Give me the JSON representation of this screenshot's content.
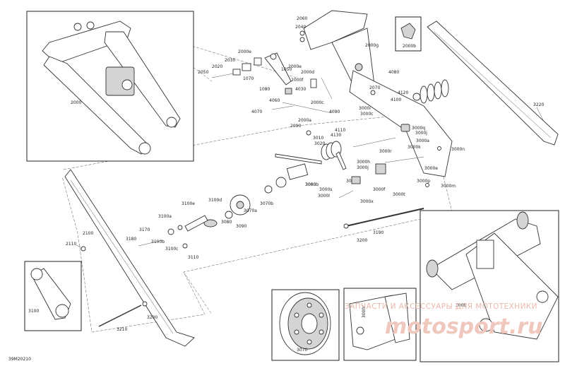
{
  "diagram": {
    "drawing_ref": "39M20210",
    "watermark": {
      "text": "ЗАПЧАСТИ И АКСЕССУАРЫ ДЛЯ МОТОТЕХНИКИ",
      "logo_text": "motosport.ru",
      "color": "#e8b9ad"
    },
    "callouts": [
      {
        "id": "c2000",
        "label": "2000"
      },
      {
        "id": "c2060",
        "label": "2060"
      },
      {
        "id": "c2040",
        "label": "2040"
      },
      {
        "id": "c2000b",
        "label": "2000b"
      },
      {
        "id": "c2000g",
        "label": "2000g"
      },
      {
        "id": "c2000e_a",
        "label": "2000e"
      },
      {
        "id": "c2030",
        "label": "2030"
      },
      {
        "id": "c2020",
        "label": "2020"
      },
      {
        "id": "c2050",
        "label": "2050"
      },
      {
        "id": "c1050",
        "label": "1050"
      },
      {
        "id": "c1070",
        "label": "1070"
      },
      {
        "id": "c1080",
        "label": "1080"
      },
      {
        "id": "c2000e_b",
        "label": "2000e"
      },
      {
        "id": "c2000d",
        "label": "2000d"
      },
      {
        "id": "c2000f",
        "label": "2000f"
      },
      {
        "id": "c4030",
        "label": "4030"
      },
      {
        "id": "c4080",
        "label": "4080"
      },
      {
        "id": "c2070",
        "label": "2070"
      },
      {
        "id": "c4120",
        "label": "4120"
      },
      {
        "id": "c4100",
        "label": "4100"
      },
      {
        "id": "c4060",
        "label": "4060"
      },
      {
        "id": "c2000c",
        "label": "2000c"
      },
      {
        "id": "c4090",
        "label": "4090"
      },
      {
        "id": "c3000i",
        "label": "3000i"
      },
      {
        "id": "c3000c",
        "label": "3000c"
      },
      {
        "id": "c4070",
        "label": "4070"
      },
      {
        "id": "c2000a",
        "label": "2000a"
      },
      {
        "id": "c2090",
        "label": "2090"
      },
      {
        "id": "c4110",
        "label": "4110"
      },
      {
        "id": "c4130",
        "label": "4130"
      },
      {
        "id": "c3010",
        "label": "3010"
      },
      {
        "id": "c3020",
        "label": "3020"
      },
      {
        "id": "c3000q",
        "label": "3000q"
      },
      {
        "id": "c3000j",
        "label": "3000j"
      },
      {
        "id": "c3000r",
        "label": "3000r"
      },
      {
        "id": "c3000a",
        "label": "3000a"
      },
      {
        "id": "c3000k",
        "label": "3000k"
      },
      {
        "id": "c3000n",
        "label": "3000n"
      },
      {
        "id": "c3220",
        "label": "3220"
      },
      {
        "id": "c3000h",
        "label": "3000h"
      },
      {
        "id": "c3000j2",
        "label": "3000j"
      },
      {
        "id": "c3000e",
        "label": "3000e"
      },
      {
        "id": "c3000p",
        "label": "3000p"
      },
      {
        "id": "c3000m",
        "label": "3000m"
      },
      {
        "id": "c3000g",
        "label": "3000g"
      },
      {
        "id": "c3000b",
        "label": "3000b"
      },
      {
        "id": "c3000s",
        "label": "3000s"
      },
      {
        "id": "c3000l",
        "label": "3000l"
      },
      {
        "id": "c3000f",
        "label": "3000f"
      },
      {
        "id": "c3000t",
        "label": "3000t"
      },
      {
        "id": "c3000x",
        "label": "3000x"
      },
      {
        "id": "c3060",
        "label": "3060"
      },
      {
        "id": "c3070b",
        "label": "3070b"
      },
      {
        "id": "c3070a",
        "label": "3070a"
      },
      {
        "id": "c3100d",
        "label": "3100d"
      },
      {
        "id": "c3100e",
        "label": "3100e"
      },
      {
        "id": "c3100a",
        "label": "3100a"
      },
      {
        "id": "c3080",
        "label": "3080"
      },
      {
        "id": "c3090",
        "label": "3090"
      },
      {
        "id": "c2100",
        "label": "2100"
      },
      {
        "id": "c2110",
        "label": "2110"
      },
      {
        "id": "c3170",
        "label": "3170"
      },
      {
        "id": "c3180",
        "label": "3180"
      },
      {
        "id": "c3100b",
        "label": "3100b"
      },
      {
        "id": "c3100c",
        "label": "3100c"
      },
      {
        "id": "c3110",
        "label": "3110"
      },
      {
        "id": "c3190",
        "label": "3190"
      },
      {
        "id": "c3200a",
        "label": "3200"
      },
      {
        "id": "c3100",
        "label": "3100"
      },
      {
        "id": "c3200b",
        "label": "3200"
      },
      {
        "id": "c3210",
        "label": "3210"
      },
      {
        "id": "c3070",
        "label": "3070"
      },
      {
        "id": "c3000r2",
        "label": "3000r"
      },
      {
        "id": "c3000d",
        "label": "3000"
      }
    ]
  }
}
